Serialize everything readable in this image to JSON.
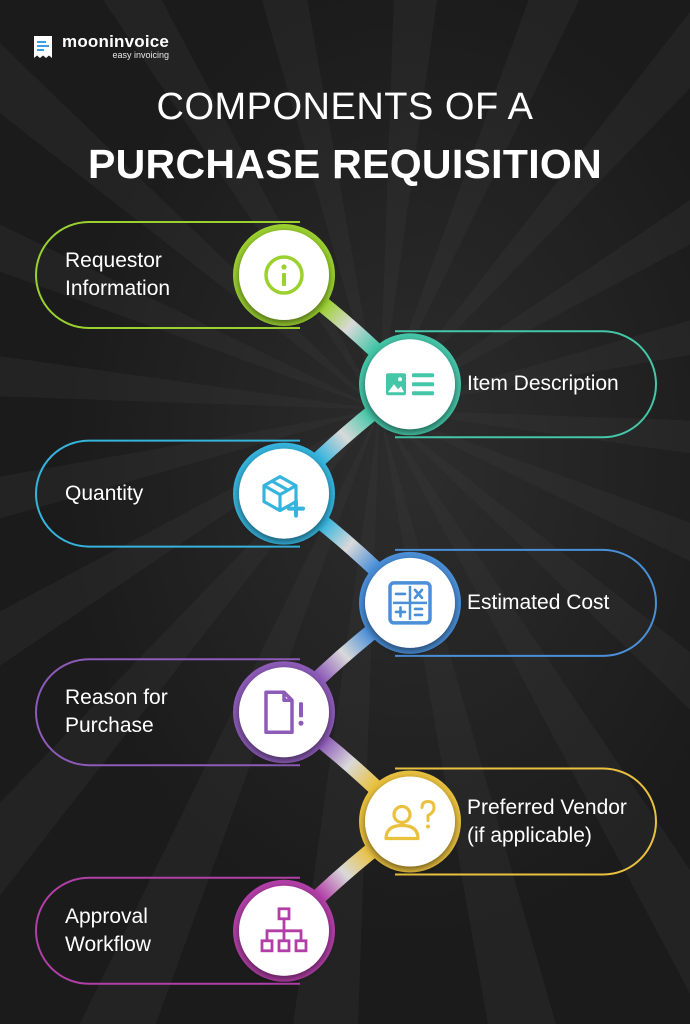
{
  "brand": {
    "name": "mooninvoice",
    "tagline": "easy invoicing"
  },
  "title": {
    "line1": "COMPONENTS OF A",
    "line2": "PURCHASE REQUISITION"
  },
  "steps": [
    {
      "label": "Requestor\nInformation",
      "icon": "info-icon",
      "color": "#9bd12f"
    },
    {
      "label": "Item Description",
      "icon": "image-text-icon",
      "color": "#45c6a8"
    },
    {
      "label": "Quantity",
      "icon": "box-plus-icon",
      "color": "#35b4dd"
    },
    {
      "label": "Estimated Cost",
      "icon": "calculator-icon",
      "color": "#4a8fd8"
    },
    {
      "label": "Reason for\nPurchase",
      "icon": "document-alert-icon",
      "color": "#8d5bb8"
    },
    {
      "label": "Preferred Vendor\n(if applicable)",
      "icon": "person-question-icon",
      "color": "#e9c13f"
    },
    {
      "label": "Approval\nWorkflow",
      "icon": "hierarchy-icon",
      "color": "#b23fa8"
    }
  ]
}
